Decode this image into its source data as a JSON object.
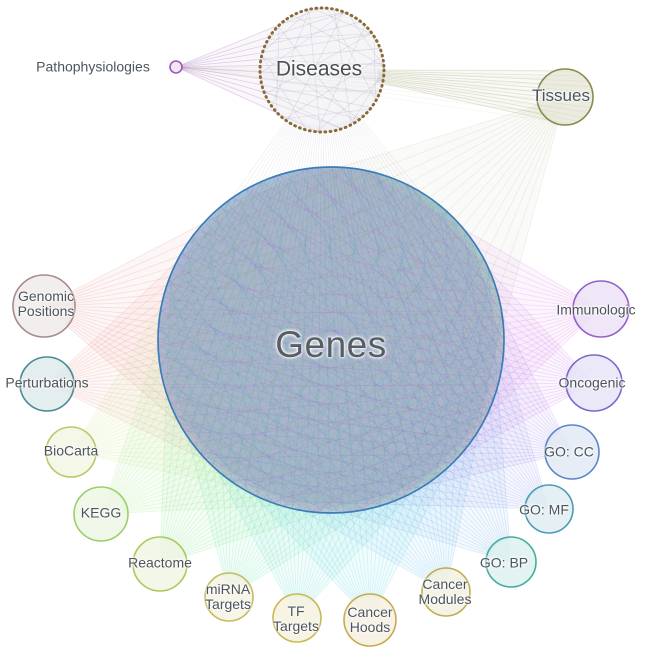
{
  "nodes": {
    "genes": {
      "label": "Genes",
      "stroke_color": "#3a7cb8",
      "edge_color": "#8090a8"
    },
    "diseases": {
      "label": "Diseases",
      "stroke_color": "#8a6a3a",
      "edge_color": "#44506a"
    },
    "pathophysiologies": {
      "label": "Pathophysiologies",
      "stroke_color": "#9a5ab8",
      "edge_color": "#9a5ab8"
    },
    "tissues": {
      "label": "Tissues",
      "stroke_color": "#8a8a4a",
      "edge_color": "#8a8a4a"
    },
    "genomic_positions": {
      "label": "Genomic\nPositions",
      "stroke_color": "#a98a8a",
      "edge_color": "#e06c6c"
    },
    "perturbations": {
      "label": "Perturbations",
      "stroke_color": "#4a8a96",
      "edge_color": "#e4796a"
    },
    "biocarta": {
      "label": "BioCarta",
      "stroke_color": "#b9c96a",
      "edge_color": "#c2dd62"
    },
    "kegg": {
      "label": "KEGG",
      "stroke_color": "#9ad06a",
      "edge_color": "#8ae05e"
    },
    "reactome": {
      "label": "Reactome",
      "stroke_color": "#a9c95f",
      "edge_color": "#54dc66"
    },
    "mirna_targets": {
      "label": "miRNA\nTargets",
      "stroke_color": "#c3bb5c",
      "edge_color": "#3cdc92"
    },
    "tf_targets": {
      "label": "TF\nTargets",
      "stroke_color": "#c9b852",
      "edge_color": "#2bd4c0"
    },
    "cancer_hoods": {
      "label": "Cancer\nHoods",
      "stroke_color": "#c9a94f",
      "edge_color": "#22c4dc"
    },
    "cancer_modules": {
      "label": "Cancer\nModules",
      "stroke_color": "#bdae50",
      "edge_color": "#36a8e8"
    },
    "go_bp": {
      "label": "GO: BP",
      "stroke_color": "#44ae9e",
      "edge_color": "#4492e4"
    },
    "go_mf": {
      "label": "GO: MF",
      "stroke_color": "#4a9cb4",
      "edge_color": "#6678e8"
    },
    "go_cc": {
      "label": "GO: CC",
      "stroke_color": "#5a88c4",
      "edge_color": "#8a62e4"
    },
    "oncogenic": {
      "label": "Oncogenic",
      "stroke_color": "#7a68cc",
      "edge_color": "#c053e8"
    },
    "immunologic": {
      "label": "Immunologic",
      "stroke_color": "#955fc8",
      "edge_color": "#d45ad8"
    }
  },
  "edges": [
    {
      "from": "genomic_positions",
      "to": "genes"
    },
    {
      "from": "perturbations",
      "to": "genes"
    },
    {
      "from": "biocarta",
      "to": "genes"
    },
    {
      "from": "kegg",
      "to": "genes"
    },
    {
      "from": "reactome",
      "to": "genes"
    },
    {
      "from": "mirna_targets",
      "to": "genes"
    },
    {
      "from": "tf_targets",
      "to": "genes"
    },
    {
      "from": "cancer_hoods",
      "to": "genes"
    },
    {
      "from": "cancer_modules",
      "to": "genes"
    },
    {
      "from": "go_bp",
      "to": "genes"
    },
    {
      "from": "go_mf",
      "to": "genes"
    },
    {
      "from": "go_cc",
      "to": "genes"
    },
    {
      "from": "oncogenic",
      "to": "genes"
    },
    {
      "from": "immunologic",
      "to": "genes"
    },
    {
      "from": "tissues",
      "to": "genes"
    },
    {
      "from": "diseases",
      "to": "genes"
    },
    {
      "from": "diseases",
      "to": "tissues"
    },
    {
      "from": "pathophysiologies",
      "to": "diseases"
    },
    {
      "from": "pathophysiologies",
      "to": "tissues"
    }
  ],
  "background_color": "#ffffff"
}
